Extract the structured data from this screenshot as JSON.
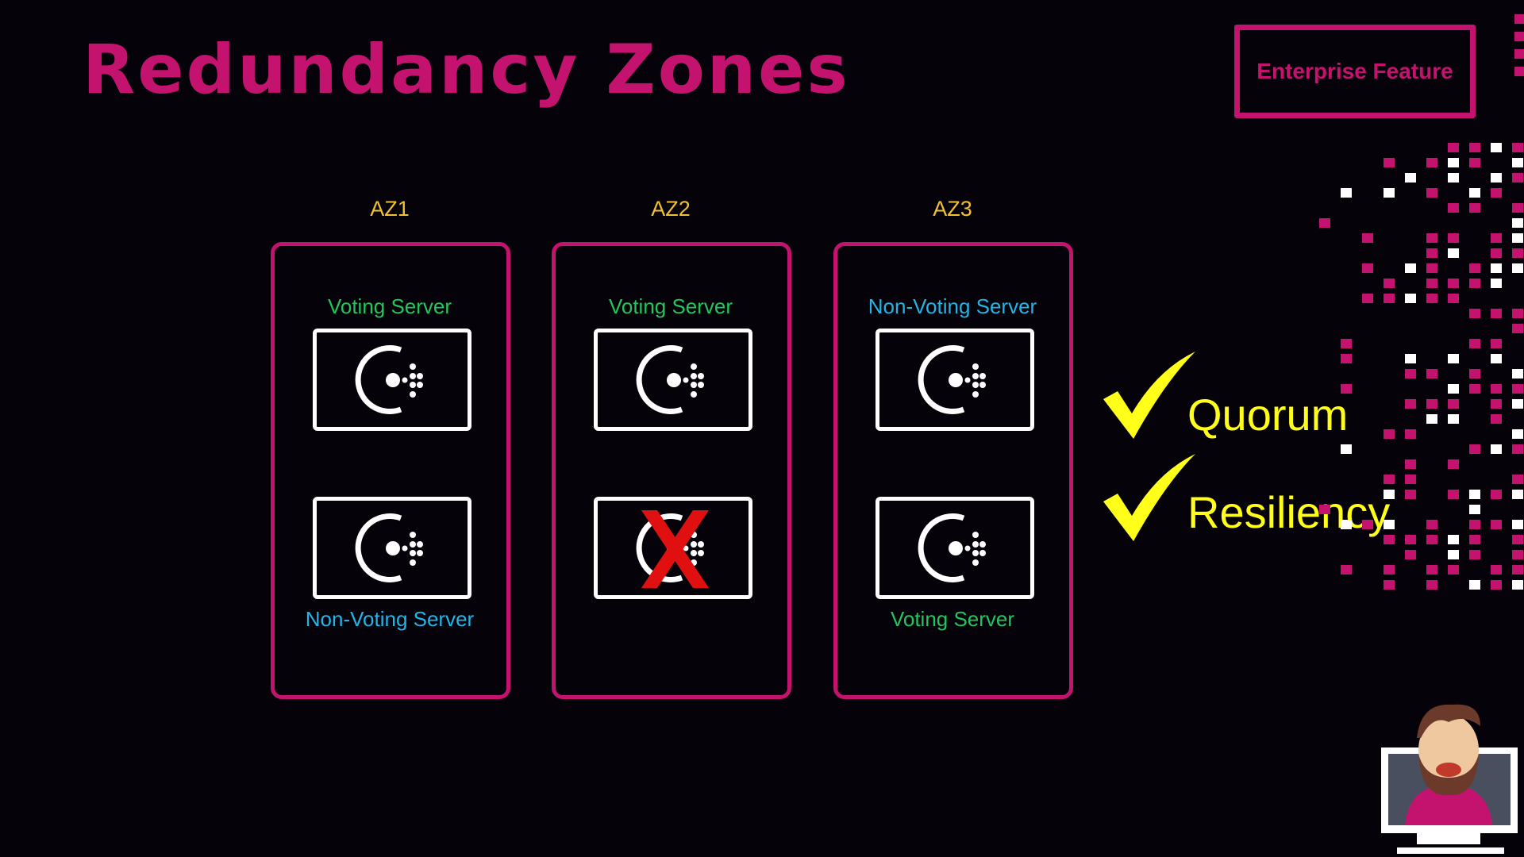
{
  "title": "Redundancy Zones",
  "badge": "Enterprise Feature",
  "zones": [
    {
      "name": "AZ1",
      "top_label": "Voting Server",
      "bottom_label": "Non-Voting Server",
      "failed": false
    },
    {
      "name": "AZ2",
      "top_label": "Voting Server",
      "bottom_label": "",
      "failed": true
    },
    {
      "name": "AZ3",
      "top_label": "Non-Voting Server",
      "bottom_label": "Voting Server",
      "failed": false
    }
  ],
  "benefits": [
    "Quorum",
    "Resiliency"
  ],
  "colors": {
    "accent": "#c4136f",
    "voting": "#22c55e",
    "nonvoting": "#22b5e6",
    "zone_label": "#f2c12e",
    "benefit": "#ffff1a",
    "fail": "#e01010"
  }
}
